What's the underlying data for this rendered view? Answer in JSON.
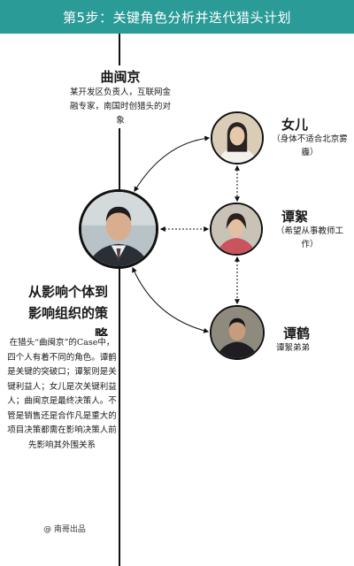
{
  "header": {
    "title": "第5步：关键角色分析并迭代猎头计划",
    "bg_color": "#2b9b97"
  },
  "main_person": {
    "name": "曲闽京",
    "description": "某开发区负责人，互联网金融专家，南国时创猎头的对象"
  },
  "people": [
    {
      "id": "daughter",
      "name": "女儿",
      "description": "（身体不适合北京雾霾）"
    },
    {
      "id": "tanxu",
      "name": "谭絮",
      "description": "（希望从事教师工作）"
    },
    {
      "id": "tanhe",
      "name": "谭鹤",
      "description": "谭絮弟弟"
    }
  ],
  "strategy": {
    "title": "从影响个体到影响组织的策略",
    "body": "在猎头“曲闽京”的Case中，四个人有着不同的角色。谭鹤是关键的突破口；谭絮则是关键利益人；女儿是次关键利益人；曲闽京是最终决策人。不管是销售还是合作凡是重大的项目决策都需在影响决策人前先影响其外围关系"
  },
  "credit": "@ 南哥出品"
}
